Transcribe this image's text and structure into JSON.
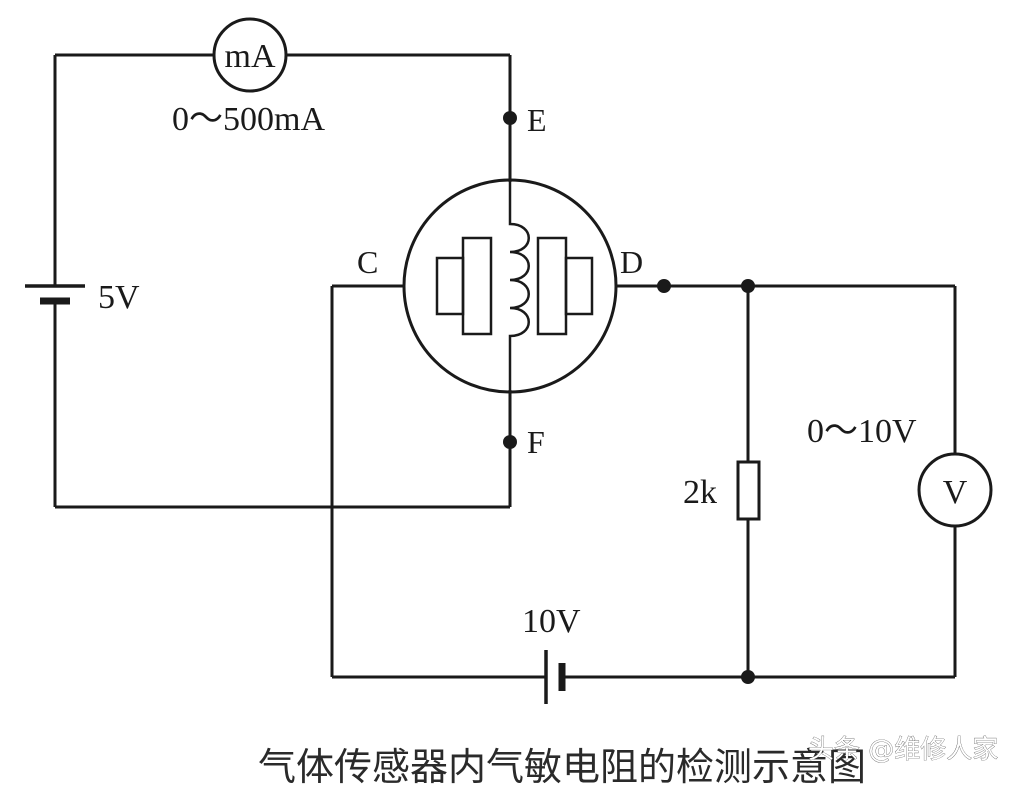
{
  "diagram": {
    "ammeter": {
      "symbol": "mA",
      "range": "0～500mA"
    },
    "heater_supply": {
      "voltage": "5V"
    },
    "terminals": {
      "E": "E",
      "F": "F",
      "C": "C",
      "D": "D"
    },
    "load_resistor": {
      "value": "2k"
    },
    "voltmeter": {
      "symbol": "V",
      "range": "0～10V"
    },
    "measure_supply": {
      "voltage": "10V"
    },
    "caption": "气体传感器内气敏电阻的检测示意图",
    "watermark": "头条 @维修人家"
  }
}
